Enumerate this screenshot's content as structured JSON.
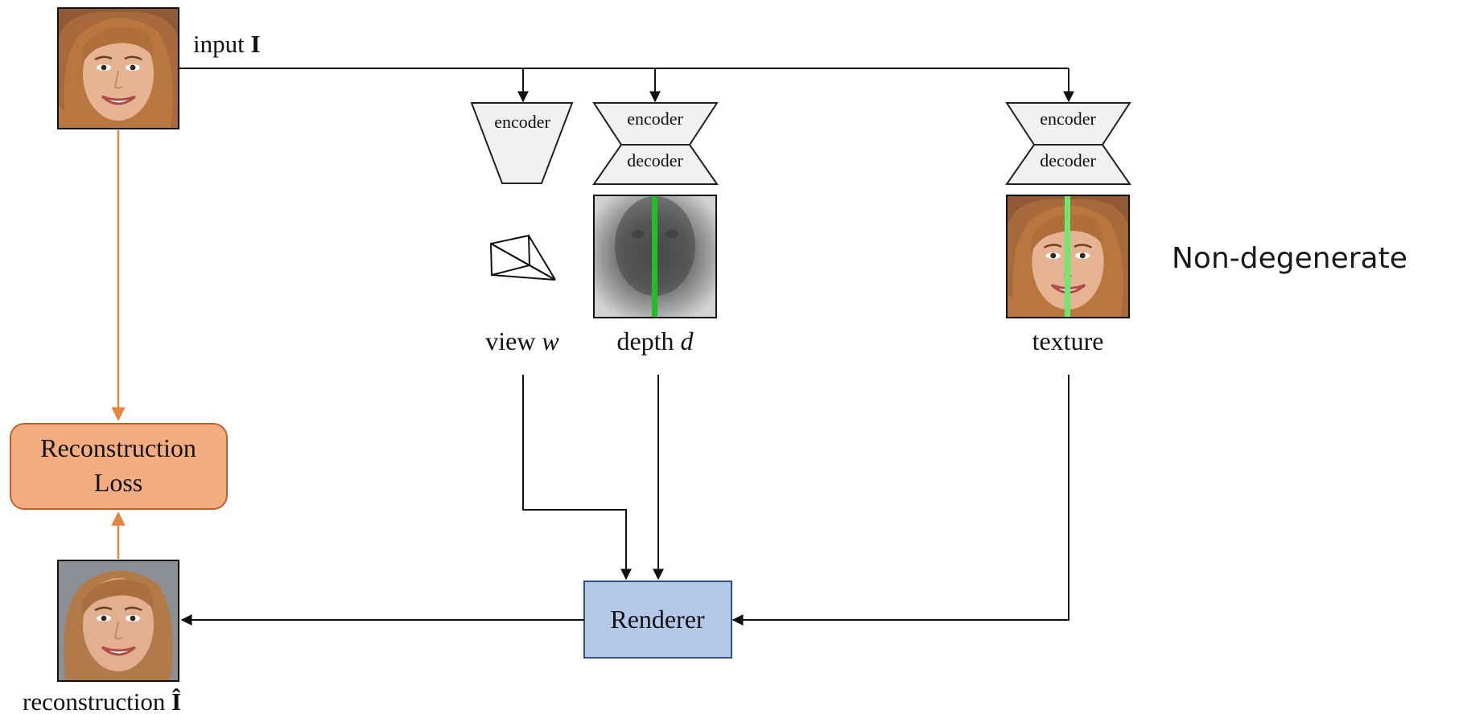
{
  "diagram": {
    "input_label_prefix": "input ",
    "input_label_symbol": "I",
    "encoder_label": "encoder",
    "decoder_label": "decoder",
    "view_label_prefix": "view ",
    "view_label_symbol": "w",
    "depth_label_prefix": "depth ",
    "depth_label_symbol": "d",
    "texture_label": "texture",
    "loss_label_line1": "Reconstruction",
    "loss_label_line2": "Loss",
    "renderer_label": "Renderer",
    "reconstruction_label_prefix": "reconstruction ",
    "reconstruction_label_symbol": "Î",
    "status_text": "Non-degenerate"
  },
  "colors": {
    "loss_box_fill": "#f4ad80",
    "loss_box_stroke": "#c0622a",
    "orange_arrow": "#e8823f",
    "renderer_fill": "#b4c8e8",
    "renderer_stroke": "#2f4f8a",
    "symmetry_line": "#1fc01f",
    "symmetry_line_light": "#6de86d",
    "network_fill": "#f1f1f1"
  },
  "icons": {
    "face_thumbnail": "face-photo-icon",
    "camera": "camera-frustum-icon",
    "depth_map": "depth-map-image",
    "texture_map": "texture-image"
  }
}
